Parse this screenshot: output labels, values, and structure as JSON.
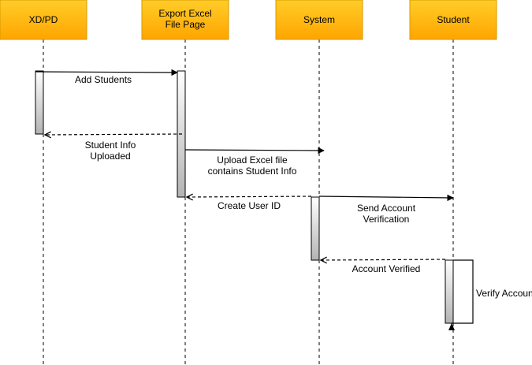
{
  "colors": {
    "box_top": "#ffcd28",
    "box_bottom": "#ffa500",
    "box_stroke": "#d79b00",
    "activation_top": "#ffffff",
    "activation_bottom": "#b3b3b3",
    "line": "#000000"
  },
  "participants": [
    {
      "id": "xdpd",
      "lines": [
        "XD/PD"
      ]
    },
    {
      "id": "export",
      "lines": [
        "Export Excel",
        "File Page"
      ]
    },
    {
      "id": "system",
      "lines": [
        "System"
      ]
    },
    {
      "id": "student",
      "lines": [
        "Student"
      ]
    }
  ],
  "messages": [
    {
      "id": "add-students",
      "from": "xdpd",
      "to": "export",
      "style": "solid",
      "lines": [
        "Add Students"
      ]
    },
    {
      "id": "student-info-uploaded",
      "from": "export",
      "to": "xdpd",
      "style": "dashed",
      "lines": [
        "Student Info",
        "Uploaded"
      ]
    },
    {
      "id": "upload-excel-file",
      "from": "export",
      "to": "system",
      "style": "solid",
      "lines": [
        "Upload Excel file",
        "contains Student Info"
      ]
    },
    {
      "id": "create-user-id",
      "from": "system",
      "to": "export",
      "style": "dashed",
      "lines": [
        "Create User ID"
      ]
    },
    {
      "id": "send-account-verification",
      "from": "system",
      "to": "student",
      "style": "solid",
      "lines": [
        "Send Account",
        "Verification"
      ]
    },
    {
      "id": "account-verified",
      "from": "student",
      "to": "system",
      "style": "dashed",
      "lines": [
        "Account Verified"
      ]
    },
    {
      "id": "verify-account",
      "from": "student",
      "to": "student",
      "style": "solid",
      "lines": [
        "Verify Account"
      ]
    }
  ]
}
